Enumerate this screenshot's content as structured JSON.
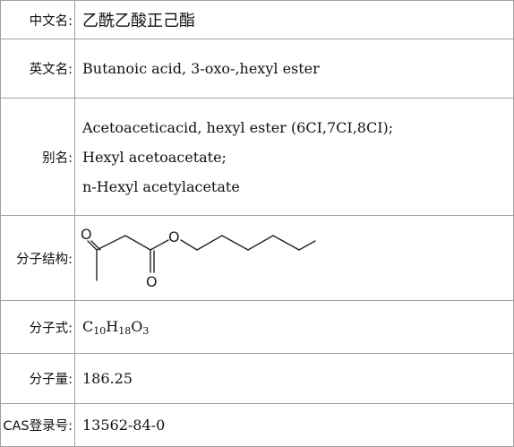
{
  "rows": {
    "chinese_name": {
      "label": "中文名:",
      "value": "乙酰乙酸正己酯"
    },
    "english_name": {
      "label": "英文名:",
      "value": "Butanoic acid, 3-oxo-,hexyl ester"
    },
    "aliases": {
      "label": "别名:",
      "values": [
        "Acetoaceticacid, hexyl ester (6CI,7CI,8CI);",
        "Hexyl acetoacetate;",
        "n-Hexyl acetylacetate"
      ]
    },
    "structure": {
      "label": "分子结构:",
      "atom_O_ketone": "O",
      "atom_O_ester": "O",
      "atom_O_carbonyl": "O"
    },
    "formula": {
      "label": "分子式:",
      "parts": [
        {
          "el": "C",
          "n": "10"
        },
        {
          "el": "H",
          "n": "18"
        },
        {
          "el": "O",
          "n": "3"
        }
      ]
    },
    "molecular_weight": {
      "label": "分子量:",
      "value": "186.25"
    },
    "cas": {
      "label": "CAS登录号:",
      "value": "13562-84-0"
    }
  }
}
